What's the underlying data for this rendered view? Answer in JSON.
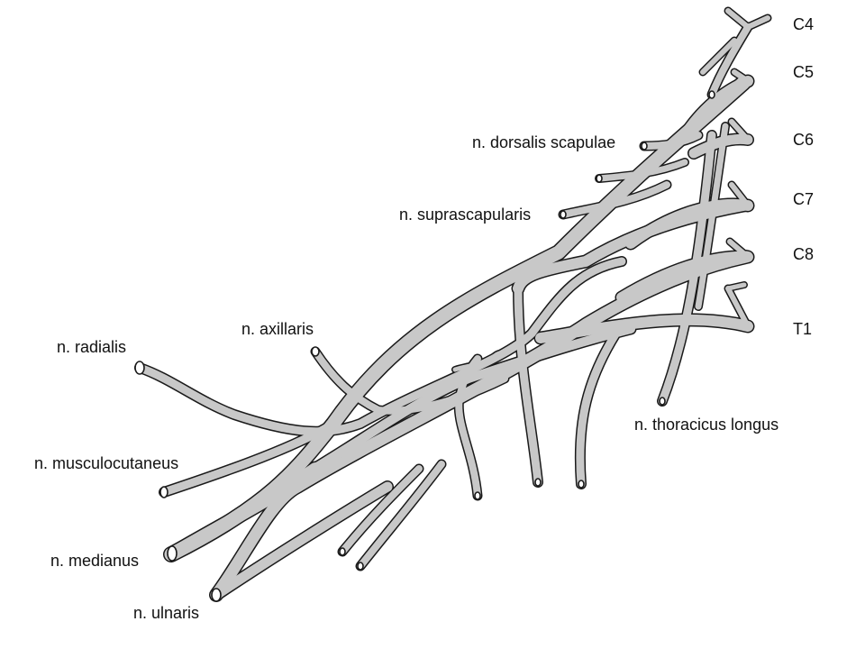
{
  "labels": {
    "roots": [
      "C4",
      "C5",
      "C6",
      "C7",
      "C8",
      "T1"
    ],
    "dorsalis_scapulae": "n. dorsalis scapulae",
    "suprascapularis": "n. suprascapularis",
    "axillaris": "n. axillaris",
    "radialis": "n. radialis",
    "thoracicus_longus": "n. thoracicus longus",
    "musculocutaneus": "n. musculocutaneus",
    "medianus": "n. medianus",
    "ulnaris": "n. ulnaris"
  },
  "colors": {
    "outline": "#1a1a1a",
    "nerve_fill": "#c8c8c8",
    "background": "#ffffff"
  }
}
